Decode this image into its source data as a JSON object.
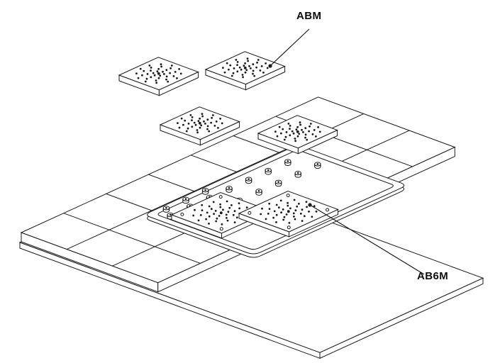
{
  "diagram": {
    "type": "isometric-line-drawing",
    "labels": [
      {
        "id": "abm",
        "text": "ABM"
      },
      {
        "id": "ab6m",
        "text": "AB6M"
      }
    ]
  },
  "colors": {
    "line": "#1a1a1a",
    "background": "#ffffff"
  }
}
